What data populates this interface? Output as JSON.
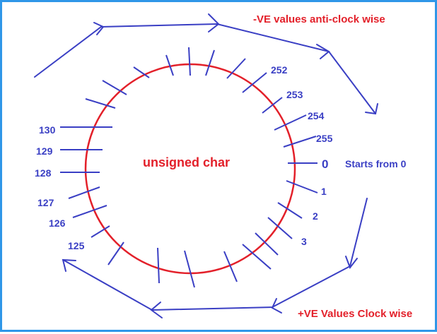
{
  "center_label": "unsigned char",
  "negative_direction_label": "-VE values anti-clock wise",
  "positive_direction_label": "+VE Values Clock wise",
  "start_label": "Starts from 0",
  "value_labels": {
    "v0": "0",
    "v1": "1",
    "v2": "2",
    "v3": "3",
    "v125": "125",
    "v126": "126",
    "v127": "127",
    "v128": "128",
    "v129": "129",
    "v130": "130",
    "v252": "252",
    "v253": "253",
    "v254": "254",
    "v255": "255"
  },
  "colors": {
    "circle": "#e3202a",
    "ticks_arrows_labels": "#3a3fc4",
    "title_text": "#e3202a",
    "border": "#2f97e8"
  }
}
